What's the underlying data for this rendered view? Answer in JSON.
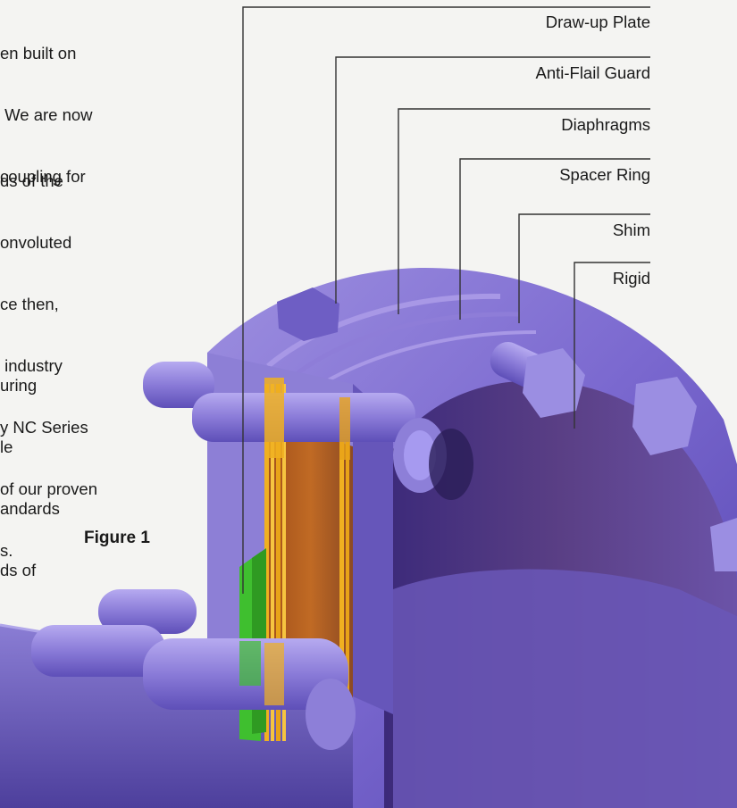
{
  "text": {
    "para1": [
      "en built on",
      " We are now",
      "coupling for"
    ],
    "para2": [
      "ds of the",
      "onvoluted",
      "ce then,",
      " industry",
      "y NC Series",
      "of our proven",
      "s."
    ],
    "para3": [
      "uring",
      "le",
      "andards",
      "ds of"
    ]
  },
  "figure": {
    "caption": "Figure 1",
    "callouts": [
      {
        "label": "Draw-up Plate"
      },
      {
        "label": "Anti-Flail Guard"
      },
      {
        "label": "Diaphragms"
      },
      {
        "label": "Spacer Ring"
      },
      {
        "label": "Shim"
      },
      {
        "label": "Rigid"
      }
    ]
  },
  "colors": {
    "housing": "#7f6fd0",
    "housing_dark": "#4a3aa0",
    "spacer": "#b8601e",
    "diaphragm": "#f0b020",
    "draw_up_plate": "#3fbf2f",
    "background": "#f4f4f2"
  }
}
